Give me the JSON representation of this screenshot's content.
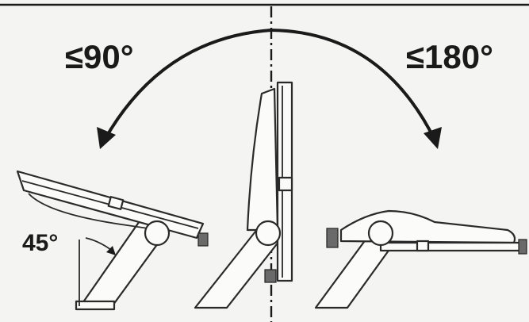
{
  "labels": {
    "left_angle": "≤90°",
    "right_angle": "≤180°",
    "tilt_angle": "45°"
  },
  "colors": {
    "background": "#f4f4f2",
    "ink": "#1a1a1a"
  }
}
